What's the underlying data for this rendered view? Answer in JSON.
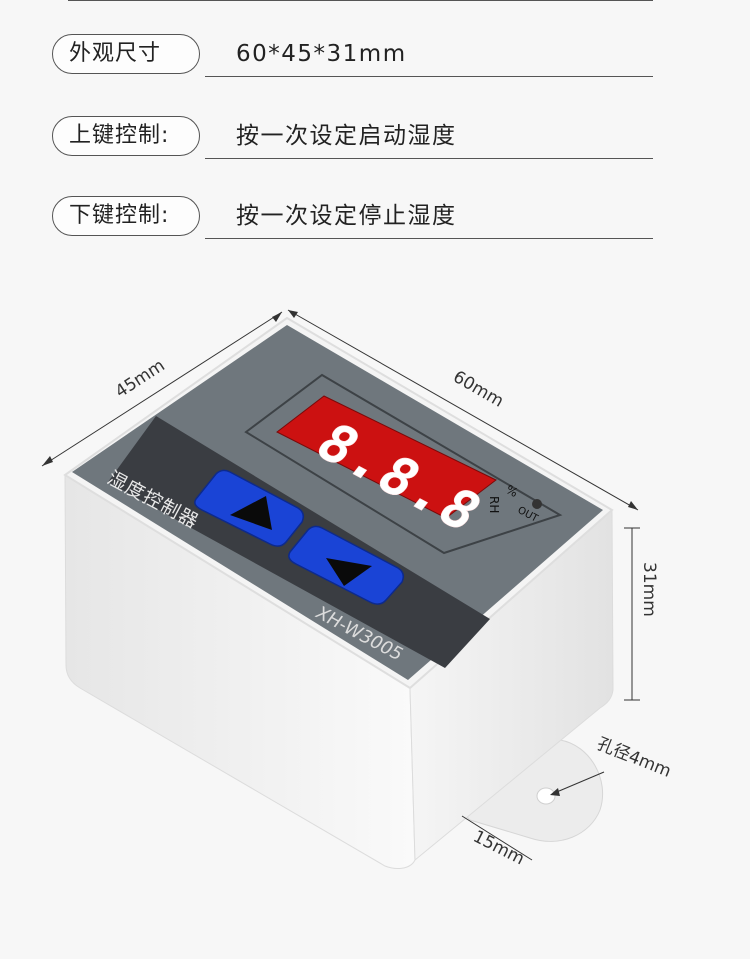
{
  "specs": [
    {
      "label": "外观尺寸",
      "value": "60*45*31mm"
    },
    {
      "label": "上键控制:",
      "value": "按一次设定启动湿度"
    },
    {
      "label": "下键控制:",
      "value": "按一次设定停止湿度"
    }
  ],
  "device": {
    "display_text": "8.8.8",
    "display_color": "#cc1111",
    "rh_label": "RH",
    "percent_label": "%",
    "out_label": "OUT",
    "brand_text": "湿度控制器",
    "model_text": "XH-W3005",
    "button_color": "#1a44d6",
    "up_button_icon": "triangle-up-icon",
    "down_button_icon": "triangle-down-icon"
  },
  "dimensions": {
    "width": "45mm",
    "length": "60mm",
    "height": "31mm",
    "hole": "孔径4mm",
    "tab": "15mm"
  }
}
